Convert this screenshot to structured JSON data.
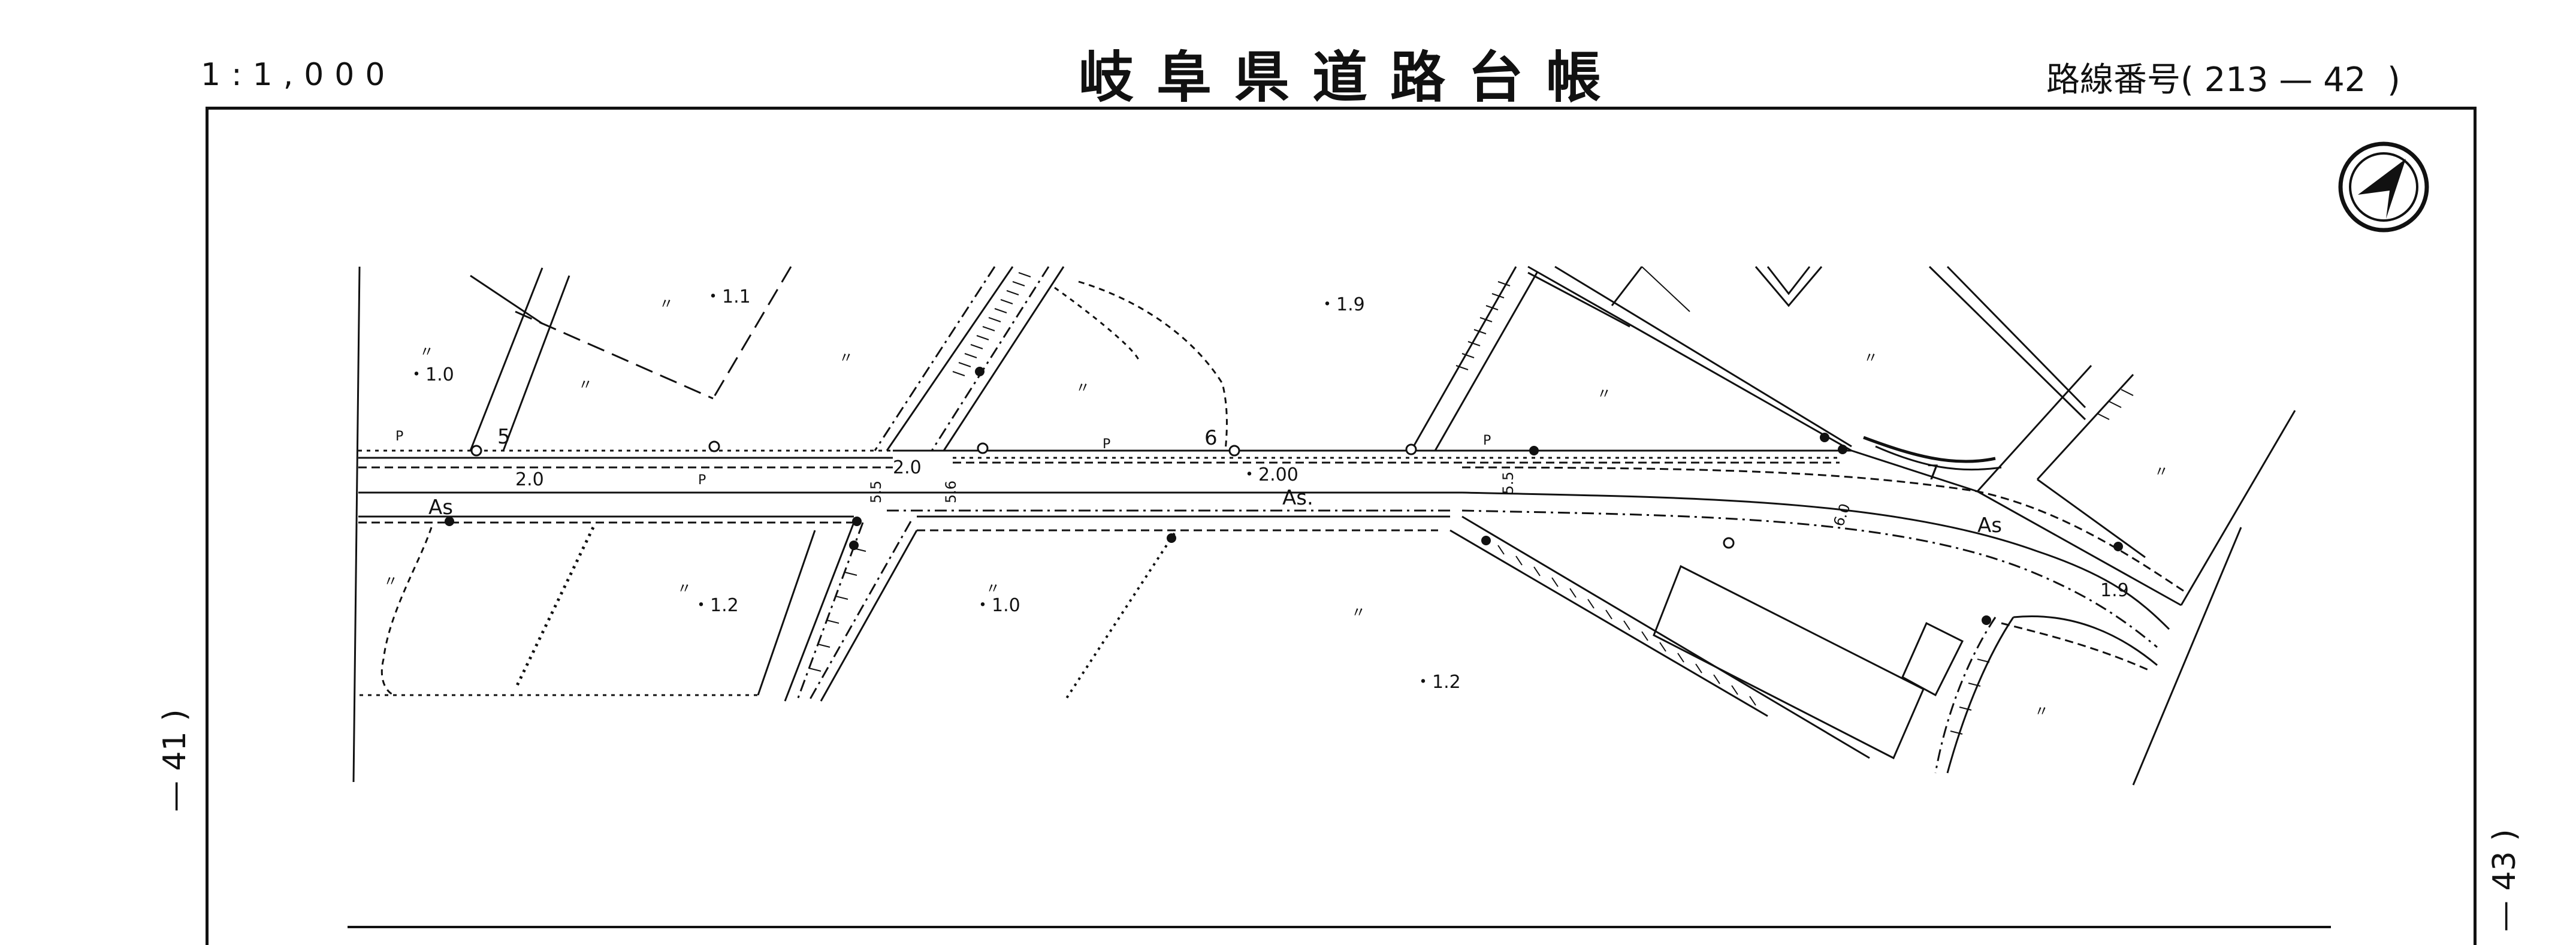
{
  "header": {
    "scale": "1:1,000",
    "title": "岐阜県道路台帳",
    "route_label": "路線番号(",
    "route_number": "213 — 42",
    "route_close": ")"
  },
  "side_labels": {
    "left": "— 41 )",
    "right": "— 43 )"
  },
  "compass": {
    "icon": "north-arrow-icon"
  },
  "map_labels": {
    "elev_1_1": "・1.1",
    "elev_1_0_a": "・1.0",
    "elev_1_9_a": "・1.9",
    "elev_1_2_a": "・1.2",
    "elev_1_0_b": "・1.0",
    "elev_1_2_b": "・1.2",
    "elev_1_9_b": "1.9",
    "station_5": "5",
    "station_6": "6",
    "station_7": "7",
    "surface_as_1": "As",
    "surface_as_2": "As.",
    "surface_as_3": "As",
    "width_2_0_a": "2.0",
    "width_2_0_b": "2.0",
    "width_2_00": "・2.00",
    "width_5_5_a": "5.5",
    "width_5_6": "5.6",
    "width_5_5_b": "5.5",
    "width_6_0": "6.0",
    "mark_p_1": "P",
    "mark_p_2": "P",
    "mark_p_3": "P",
    "mark_p_4": "P",
    "field": "〃"
  }
}
